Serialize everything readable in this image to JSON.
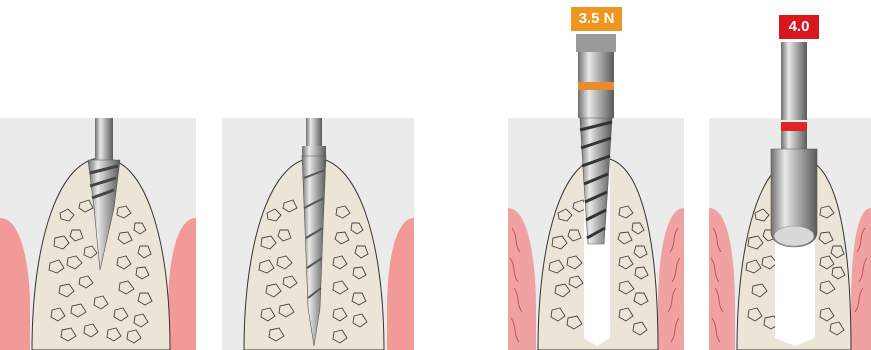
{
  "steps": [
    {
      "id": "pilot-drill"
    },
    {
      "id": "twist-drill"
    },
    {
      "id": "profile-drill",
      "badge": {
        "label": "3.5 N",
        "color": "#f0961e"
      }
    },
    {
      "id": "tap",
      "badge": {
        "label": "4.0",
        "color": "#d9161e"
      }
    }
  ]
}
